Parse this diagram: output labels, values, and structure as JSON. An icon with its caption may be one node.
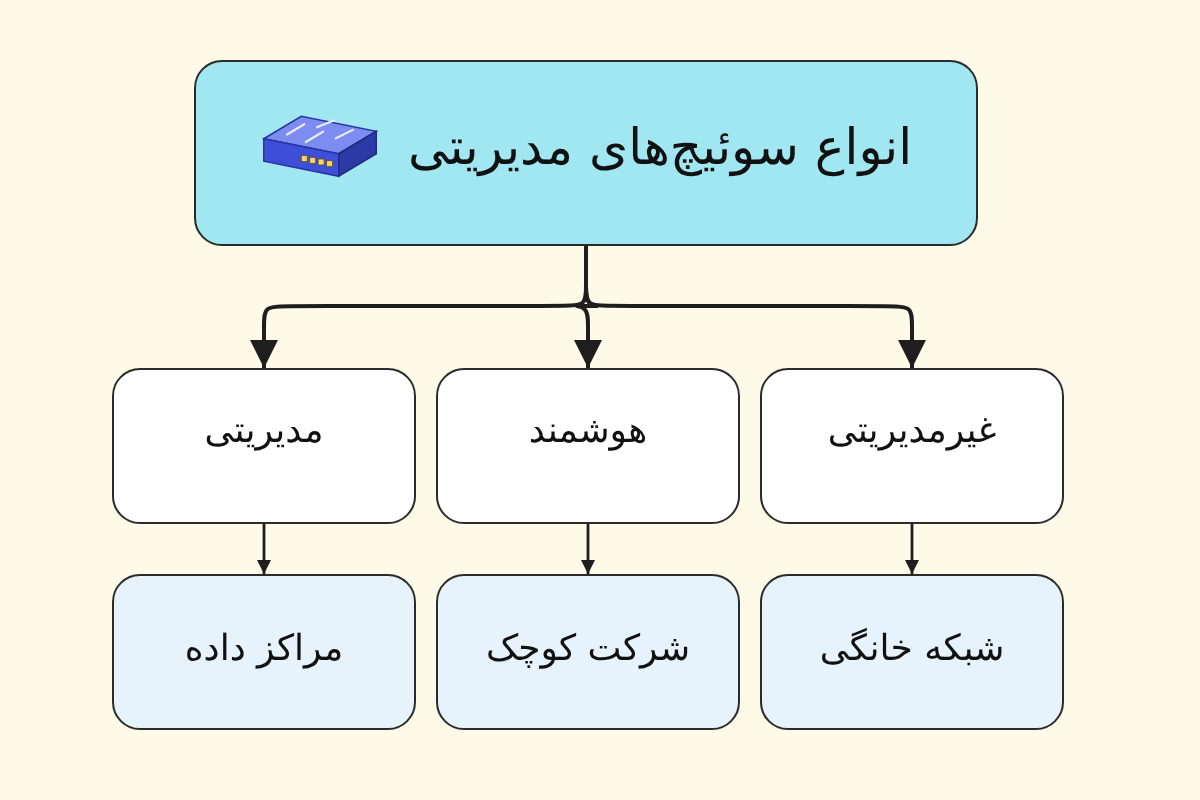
{
  "diagram": {
    "nodes": [
      {
        "text": [
          "انواع سوئیچ‌های مدیریتی"
        ]
      },
      {
        "text": [
          "غیرمدیریتی"
        ]
      },
      {
        "text": [
          "هوشمند"
        ]
      },
      {
        "text": [
          "مدیریتی"
        ]
      },
      {
        "text": [
          "شبکه خانگی"
        ]
      },
      {
        "text": [
          "شرکت کوچک"
        ]
      },
      {
        "text": [
          "مراکز داده"
        ]
      }
    ],
    "edges": [
      {
        "from": 0,
        "to": 1,
        "arrow": "to"
      },
      {
        "from": 0,
        "to": 2,
        "arrow": "to"
      },
      {
        "from": 0,
        "to": 3,
        "arrow": "to"
      },
      {
        "from": 1,
        "to": 4,
        "arrow": "to"
      },
      {
        "from": 2,
        "to": 5,
        "arrow": "to"
      },
      {
        "from": 3,
        "to": 6,
        "arrow": "to"
      }
    ]
  }
}
